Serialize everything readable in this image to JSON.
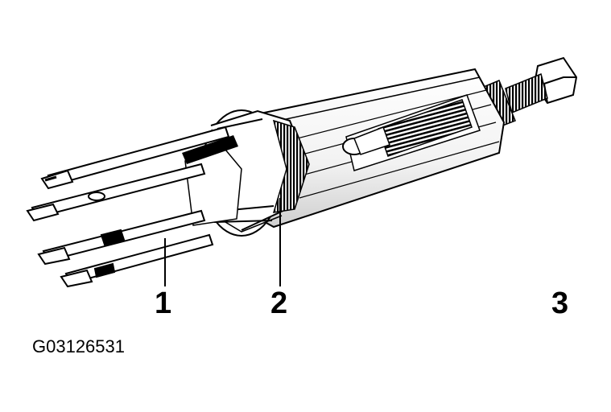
{
  "callouts": {
    "c1": "1",
    "c2": "2",
    "c3": "3"
  },
  "figure_id": "G03126531",
  "colors": {
    "ink": "#000000",
    "paper": "#ffffff",
    "shade": "#bfbfbf"
  }
}
